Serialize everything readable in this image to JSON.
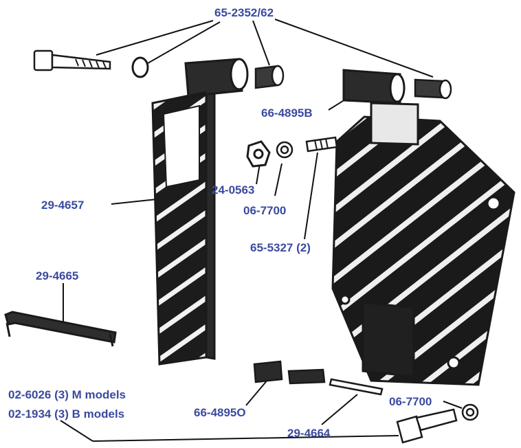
{
  "labels": {
    "p_65_2352_62": "65-2352/62",
    "p_66_4895B": "66-4895B",
    "p_24_0563": "24-0563",
    "p_06_7700_top": "06-7700",
    "p_65_5327": "65-5327 (2)",
    "p_29_4657": "29-4657",
    "p_29_4665": "29-4665",
    "p_02_6026": "02-6026 (3) M models",
    "p_02_1934": "02-1934 (3) B models",
    "p_66_4895O": "66-4895O",
    "p_29_4664": "29-4664",
    "p_06_7700_bottom": "06-7700"
  },
  "colors": {
    "label": "#3a4aa0",
    "line": "#111111",
    "ink": "#1a1a1a",
    "paper": "#ffffff"
  }
}
